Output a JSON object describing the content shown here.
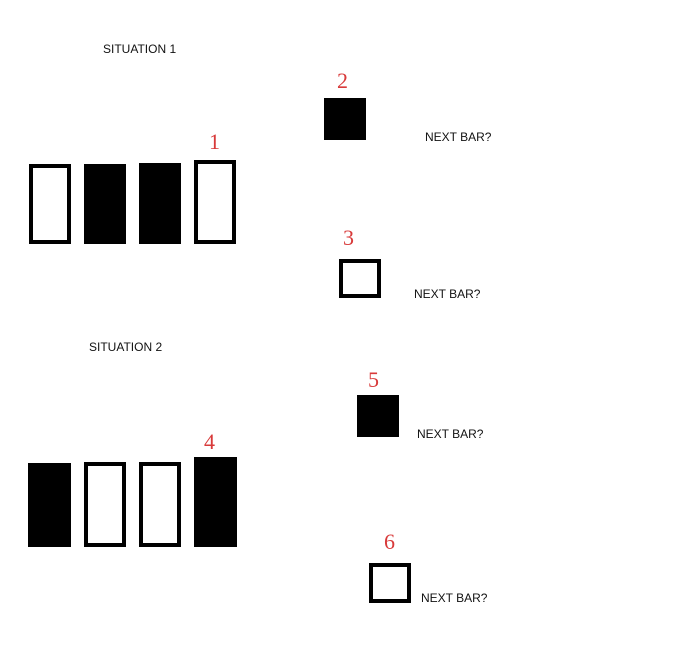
{
  "colors": {
    "filled": "#000000",
    "hollow": "#ffffff",
    "number": "#d83a3a",
    "text": "#111111"
  },
  "situations": [
    {
      "title": "SITUATION 1",
      "bars": [
        {
          "fill": "hollow"
        },
        {
          "fill": "filled"
        },
        {
          "fill": "filled"
        },
        {
          "fill": "hollow",
          "number": "1"
        }
      ],
      "options": [
        {
          "number": "2",
          "fill": "filled",
          "question": "NEXT BAR?"
        },
        {
          "number": "3",
          "fill": "hollow",
          "question": "NEXT BAR?"
        }
      ]
    },
    {
      "title": "SITUATION 2",
      "bars": [
        {
          "fill": "filled"
        },
        {
          "fill": "hollow"
        },
        {
          "fill": "hollow"
        },
        {
          "fill": "filled",
          "number": "4"
        }
      ],
      "options": [
        {
          "number": "5",
          "fill": "filled",
          "question": "NEXT BAR?"
        },
        {
          "number": "6",
          "fill": "hollow",
          "question": "NEXT BAR?"
        }
      ]
    }
  ]
}
